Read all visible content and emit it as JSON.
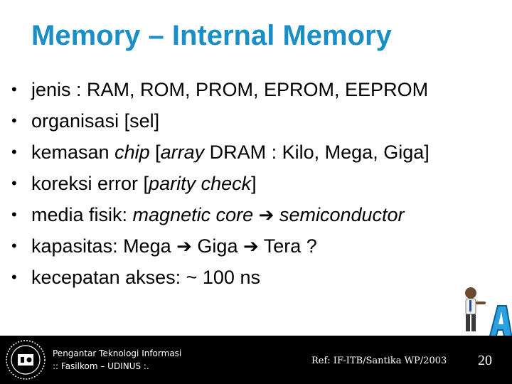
{
  "slide": {
    "title": "Memory – Internal Memory",
    "bullet_glyph": "•",
    "arrow_glyph": "➔",
    "bullets": [
      {
        "t1": "jenis : RAM, ROM, PROM, EPROM, EEPROM"
      },
      {
        "t1": "organisasi [sel]"
      },
      {
        "t1": "kemasan ",
        "t2": "chip",
        "t3": " [",
        "t4": "array",
        "t5": " DRAM : Kilo, Mega, Giga]"
      },
      {
        "t1": "koreksi error [",
        "t2": "parity check",
        "t3": "]"
      },
      {
        "t1": "media fisik: ",
        "t2": "magnetic core",
        "t3": "semiconductor"
      },
      {
        "t1": "kapasitas: Mega ",
        "t2": "Giga ",
        "t3": "Tera ?"
      },
      {
        "t1": "kecepatan akses: ~ 100 ns"
      }
    ]
  },
  "footer": {
    "course_line1": "Pengantar Teknologi Informasi",
    "course_line2": ":: Fasilkom – UDINUS :.",
    "reference": "Ref: IF-ITB/Santika WP/2003",
    "page_number": "20"
  },
  "colors": {
    "title": "#1a8fc7",
    "footer_bg": "#000000",
    "mascot_letter": "#2aa0e0"
  },
  "icons": {
    "mascot": "cartoon-man-with-letter-a-icon",
    "logo": "university-seal-logo"
  }
}
